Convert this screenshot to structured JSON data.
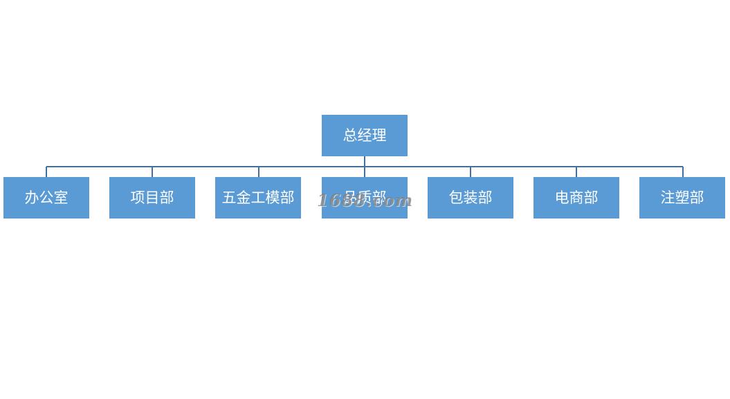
{
  "org_chart": {
    "root": "总经理",
    "departments": [
      "办公室",
      "项目部",
      "五金工模部",
      "品质部",
      "包装部",
      "电商部",
      "注塑部"
    ]
  },
  "watermark": "1688.com",
  "colors": {
    "box_fill": "#5b9bd5",
    "connector": "#41719c",
    "text": "#ffffff"
  }
}
